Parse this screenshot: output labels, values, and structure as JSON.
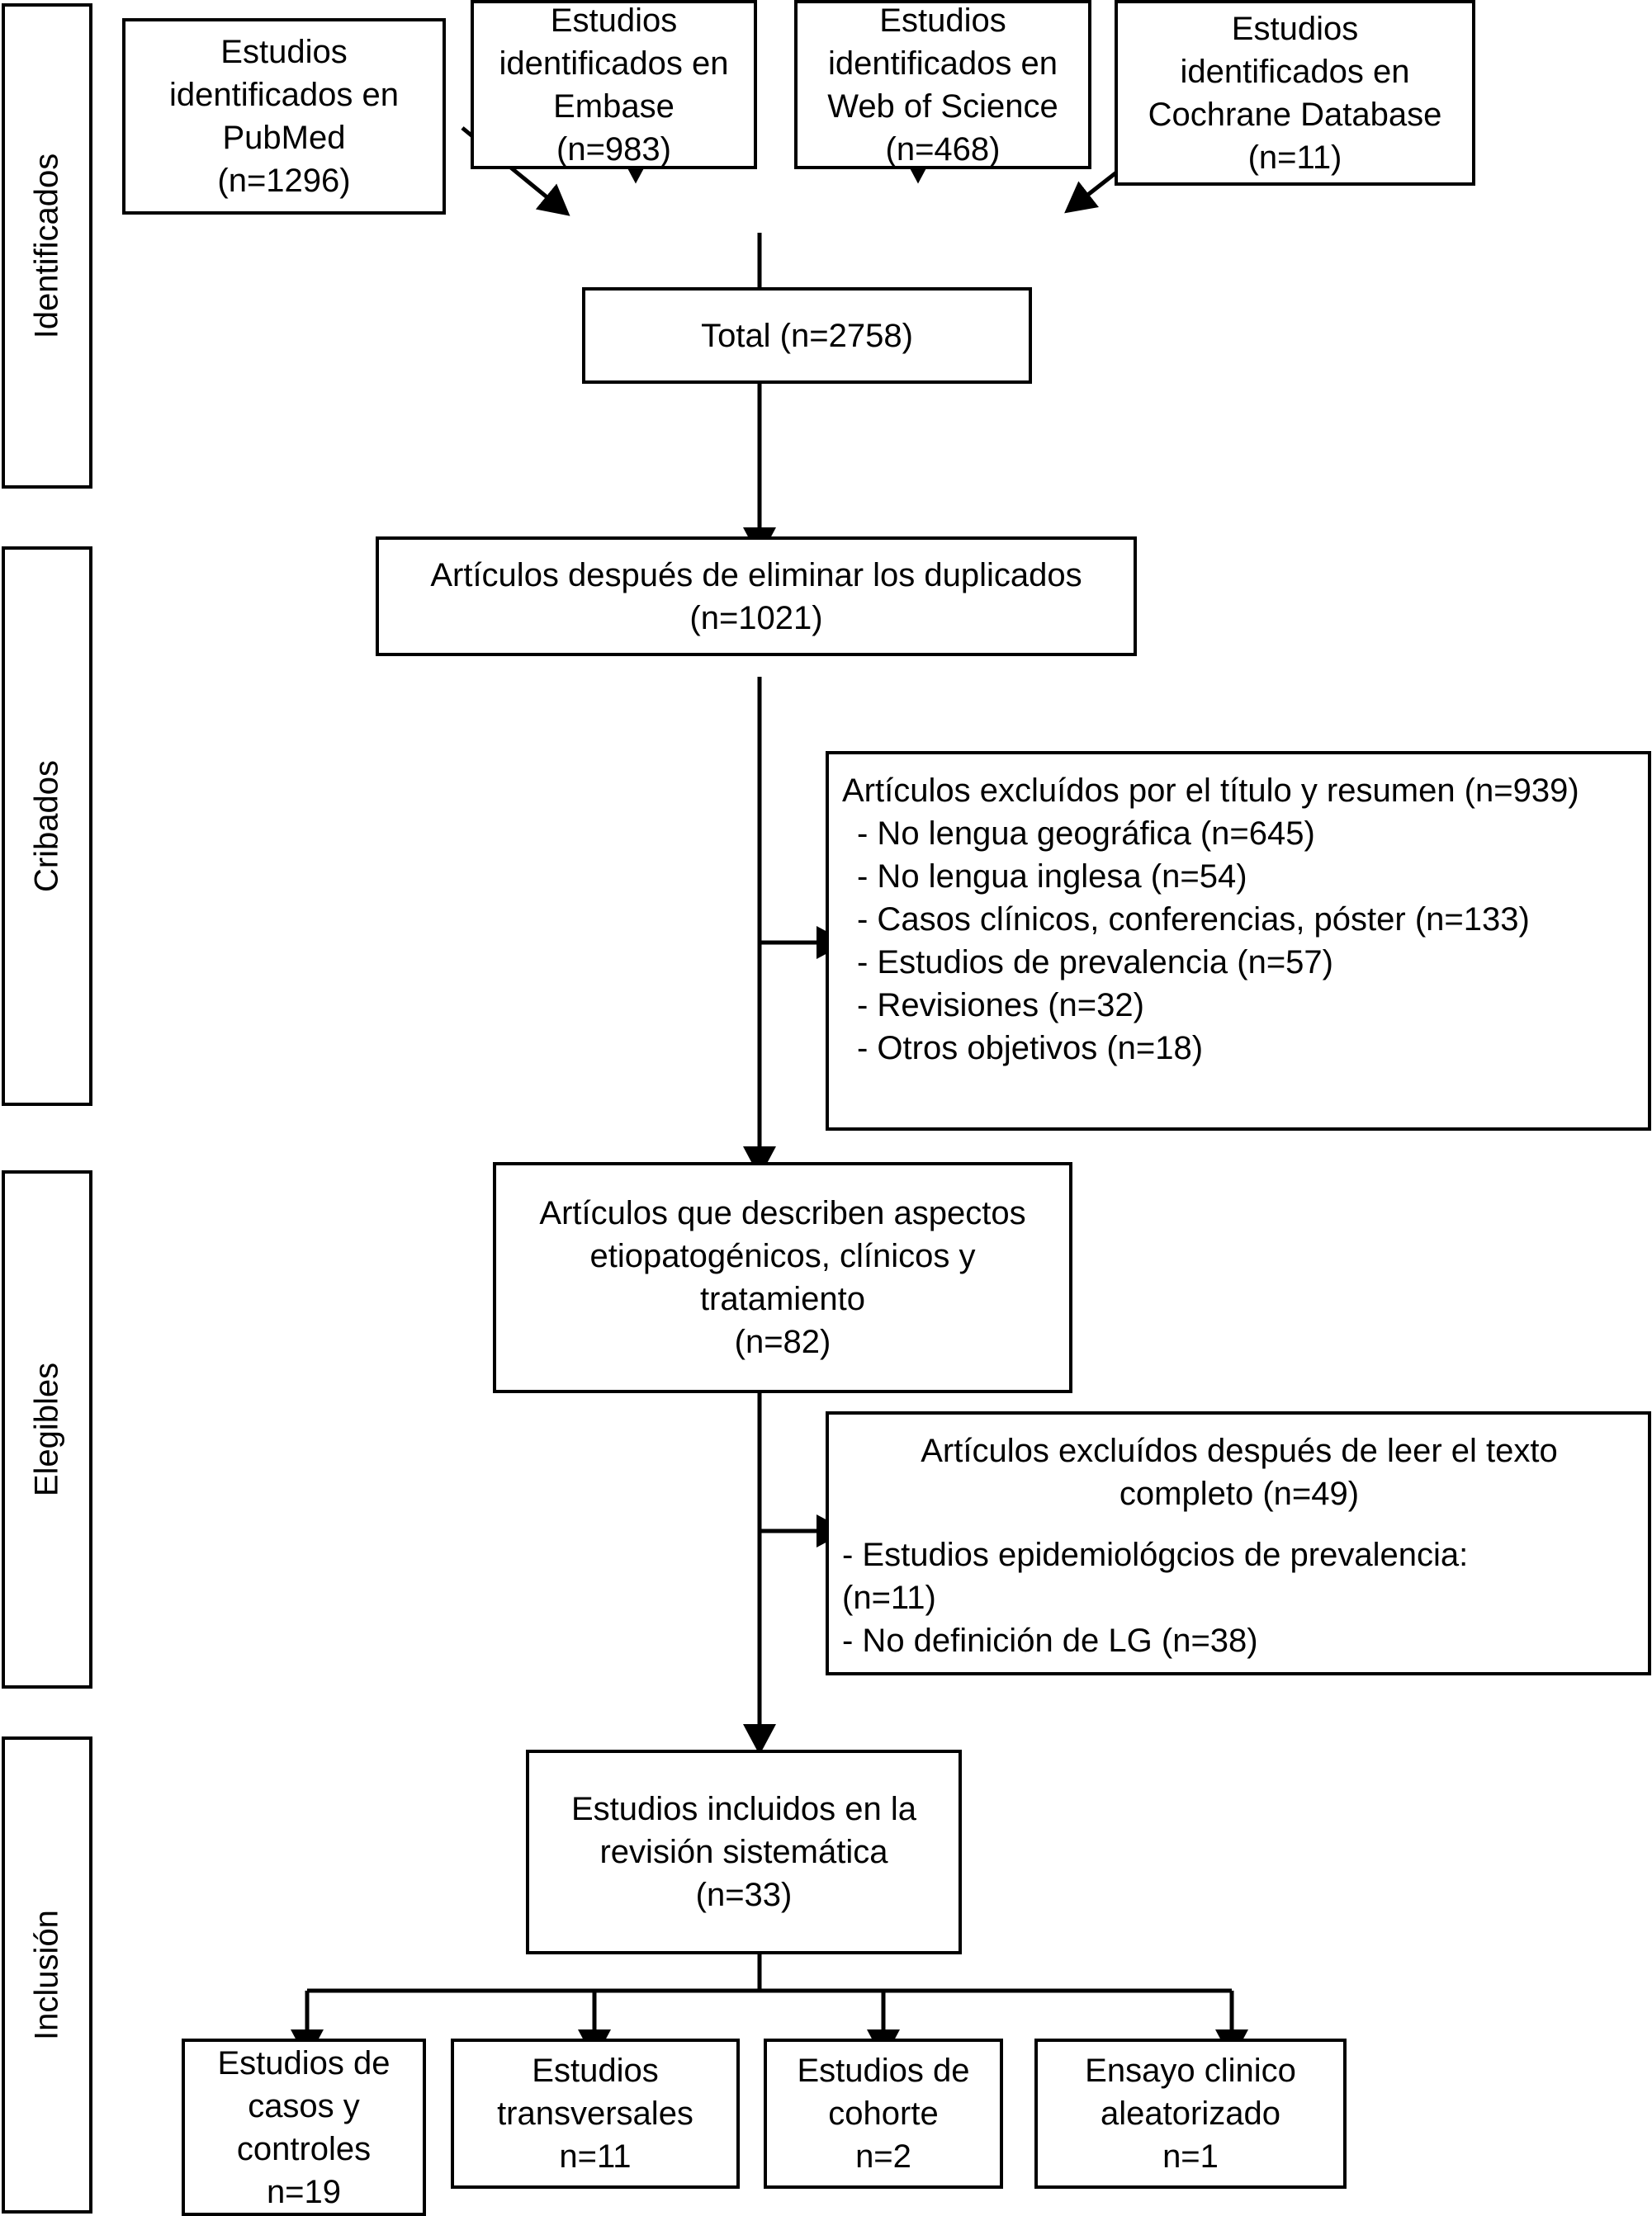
{
  "diagram": {
    "title": "PRISMA flow diagram",
    "language": "es",
    "stroke_color": "#000000",
    "background_color": "#ffffff"
  },
  "stages": [
    {
      "id": "identificados",
      "label": "Identificados"
    },
    {
      "id": "cribados",
      "label": "Cribados"
    },
    {
      "id": "elegibles",
      "label": "Elegibles"
    },
    {
      "id": "inclusion",
      "label": "Inclusión"
    }
  ],
  "sources": [
    {
      "id": "pubmed",
      "label": "Estudios\nidentificados en\nPubMed\n(n=1296)",
      "n": 1296,
      "database": "PubMed"
    },
    {
      "id": "embase",
      "label": "Estudios\nidentificados en\nEmbase\n(n=983)",
      "n": 983,
      "database": "Embase"
    },
    {
      "id": "wos",
      "label": "Estudios\nidentificados en\nWeb of Science\n(n=468)",
      "n": 468,
      "database": "Web of Science"
    },
    {
      "id": "cochrane",
      "label": "Estudios\nidentificados en\nCochrane Database\n(n=11)",
      "n": 11,
      "database": "Cochrane Database"
    }
  ],
  "total": {
    "label": "Total (n=2758)",
    "n": 2758
  },
  "deduplicated": {
    "label": "Artículos después de eliminar los duplicados\n(n=1021)",
    "n": 1021
  },
  "excluded_title_abstract": {
    "header": "Artículos excluídos por el título y resumen (n=939)",
    "n": 939,
    "reasons": [
      {
        "label": "- No lengua geográfica (n=645)",
        "n": 645
      },
      {
        "label": "- No lengua inglesa (n=54)",
        "n": 54
      },
      {
        "label": "- Casos clínicos, conferencias, póster (n=133)",
        "n": 133
      },
      {
        "label": "- Estudios de prevalencia (n=57)",
        "n": 57
      },
      {
        "label": "- Revisiones (n=32)",
        "n": 32
      },
      {
        "label": "- Otros objetivos (n=18)",
        "n": 18
      }
    ]
  },
  "eligible": {
    "label": "Artículos que describen aspectos\netiopatogénicos, clínicos y\ntratamiento\n(n=82)",
    "n": 82
  },
  "excluded_fulltext": {
    "header": "Artículos excluídos después de leer el texto\ncompleto (n=49)",
    "n": 49,
    "reasons": [
      {
        "label": "- Estudios epidemiológcios de prevalencia:\n(n=11)",
        "n": 11
      },
      {
        "label": "- No definición de LG (n=38)",
        "n": 38
      }
    ]
  },
  "included": {
    "label": "Estudios incluidos en la\nrevisión sistemática\n(n=33)",
    "n": 33
  },
  "study_types": [
    {
      "id": "casos-controles",
      "label": "Estudios de\ncasos y\ncontroles\nn=19",
      "n": 19,
      "type": "Estudios de casos y controles"
    },
    {
      "id": "transversales",
      "label": "Estudios\ntransversales\nn=11",
      "n": 11,
      "type": "Estudios transversales"
    },
    {
      "id": "cohorte",
      "label": "Estudios de\ncohorte\nn=2",
      "n": 2,
      "type": "Estudios de cohorte"
    },
    {
      "id": "ensayo-clinico",
      "label": "Ensayo clinico\naleatorizado\nn=1",
      "n": 1,
      "type": "Ensayo clinico aleatorizado"
    }
  ]
}
